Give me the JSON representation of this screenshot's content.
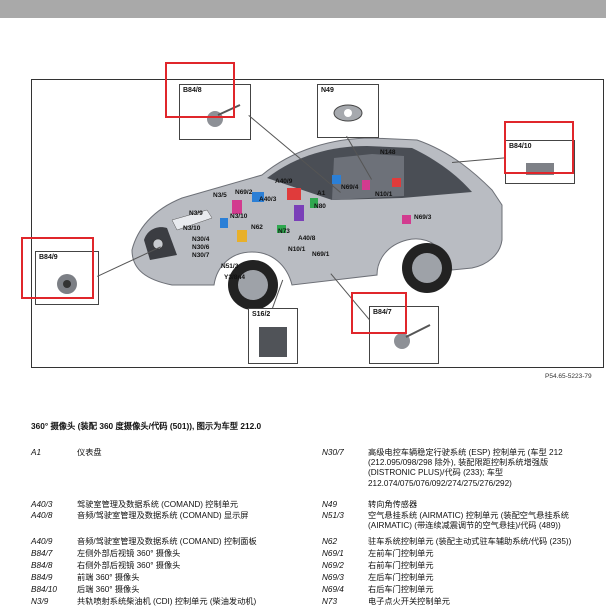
{
  "figure": {
    "callouts": [
      "B84/8",
      "N49",
      "B84/10",
      "B84/9",
      "S16/2",
      "B84/7"
    ],
    "car_labels": [
      "N148",
      "N69/2",
      "A40/9",
      "N3/5",
      "A40/3",
      "A1",
      "N69/4",
      "N10/1",
      "N3/9",
      "N3/10",
      "N80",
      "N62",
      "N69/3",
      "N30/4",
      "N30/6",
      "N30/7",
      "N3/10",
      "A40/8",
      "N10/1",
      "N73",
      "N69/1",
      "N51/3",
      "Y3/8n4"
    ],
    "code": "P54.65-5223-79"
  },
  "caption": "360° 摄像头 (装配 360 度摄像头/代码 (501)), 图示为车型 212.0",
  "legend_left": [
    {
      "code": "A1",
      "desc": "仪表盘"
    },
    {
      "code": "A40/3",
      "desc": "驾驶室管理及数据系统 (COMAND) 控制单元"
    },
    {
      "code": "A40/8",
      "desc": "音频/驾驶室管理及数据系统 (COMAND) 显示屏"
    },
    {
      "code": "A40/9",
      "desc": "音频/驾驶室管理及数据系统 (COMAND) 控制面板"
    },
    {
      "code": "B84/7",
      "desc": "左侧外部后视镜 360° 摄像头"
    },
    {
      "code": "B84/8",
      "desc": "右侧外部后视镜 360° 摄像头"
    },
    {
      "code": "B84/9",
      "desc": "前端 360° 摄像头"
    },
    {
      "code": "B84/10",
      "desc": "后端 360° 摄像头"
    },
    {
      "code": "N3/9",
      "desc": "共轨喷射系统柴油机 (CDI) 控制单元 (柴油发动机)"
    }
  ],
  "legend_right": [
    {
      "code": "N30/7",
      "desc": "高级电控车辆稳定行驶系统 (ESP) 控制单元 (车型 212 (212.095/098/298 除外), 装配限距控制系统增强版 (DISTRONIC PLUS)/代码 (233); 车型 212.074/075/076/092/274/275/276/292)"
    },
    {
      "code": "N49",
      "desc": "转向角传感器"
    },
    {
      "code": "N51/3",
      "desc": "空气悬挂系统 (AIRMATIC) 控制单元 (装配空气悬挂系统 (AIRMATIC) (带连续减震调节的空气悬挂)/代码 (489))"
    },
    {
      "code": "N62",
      "desc": "驻车系统控制单元 (装配主动式驻车辅助系统/代码 (235))"
    },
    {
      "code": "N69/1",
      "desc": "左前车门控制单元"
    },
    {
      "code": "N69/2",
      "desc": "右前车门控制单元"
    },
    {
      "code": "N69/3",
      "desc": "左后车门控制单元"
    },
    {
      "code": "N69/4",
      "desc": "右后车门控制单元"
    },
    {
      "code": "N73",
      "desc": "电子点火开关控制单元"
    }
  ]
}
